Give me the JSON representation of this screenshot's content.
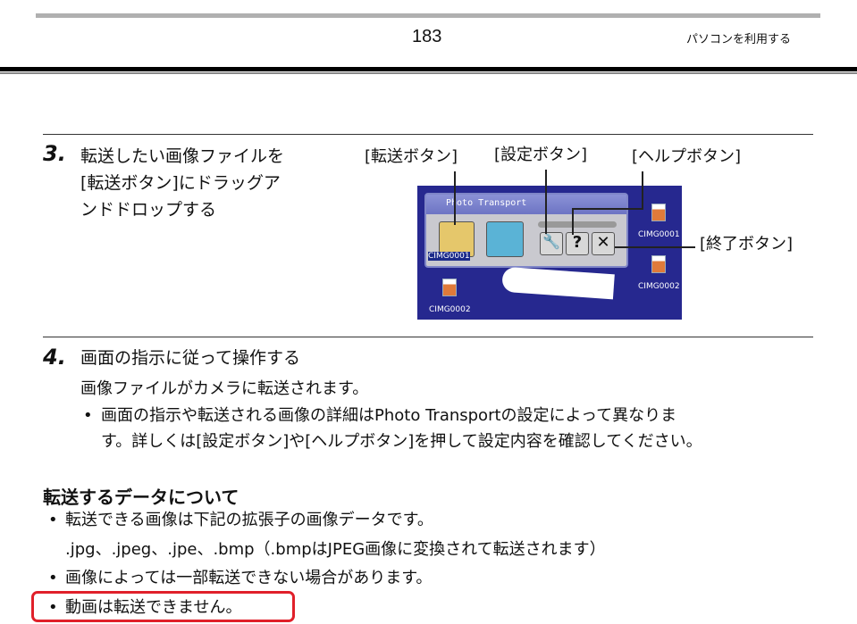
{
  "header": {
    "page_number": "183",
    "section": "パソコンを利用する"
  },
  "step3": {
    "number": "3.",
    "lines": [
      "転送したい画像ファイルを",
      "[転送ボタン]にドラッグア",
      "ンドドロップする"
    ]
  },
  "figure": {
    "labels": {
      "transfer": "[転送ボタン]",
      "settings": "[設定ボタン]",
      "help": "[ヘルプボタン]",
      "exit": "[終了ボタン]"
    },
    "window_title": "Photo Transport",
    "files": [
      "CIMG0001",
      "CIMG0002",
      "CIMG0001",
      "CIMG0002"
    ]
  },
  "step4": {
    "number": "4.",
    "title": "画面の指示に従って操作する",
    "body": "画像ファイルがカメラに転送されます。",
    "bullet_lines": [
      "画面の指示や転送される画像の詳細はPhoto Transportの設定によって異なりま",
      "す。詳しくは[設定ボタン]や[ヘルプボタン]を押して設定内容を確認してください。"
    ]
  },
  "section": {
    "heading": "転送するデータについて",
    "bullets": [
      {
        "lines": [
          "転送できる画像は下記の拡張子の画像データです。",
          ".jpg、.jpeg、.jpe、.bmp（.bmpはJPEG画像に変換されて転送されます）"
        ]
      },
      {
        "lines": [
          "画像によっては一部転送できない場合があります。"
        ]
      },
      {
        "lines": [
          "動画は転送できません。"
        ]
      }
    ]
  },
  "bullet_symbol": "•",
  "colors": {
    "highlight": "#e0202a",
    "desktop": "#26288f"
  }
}
